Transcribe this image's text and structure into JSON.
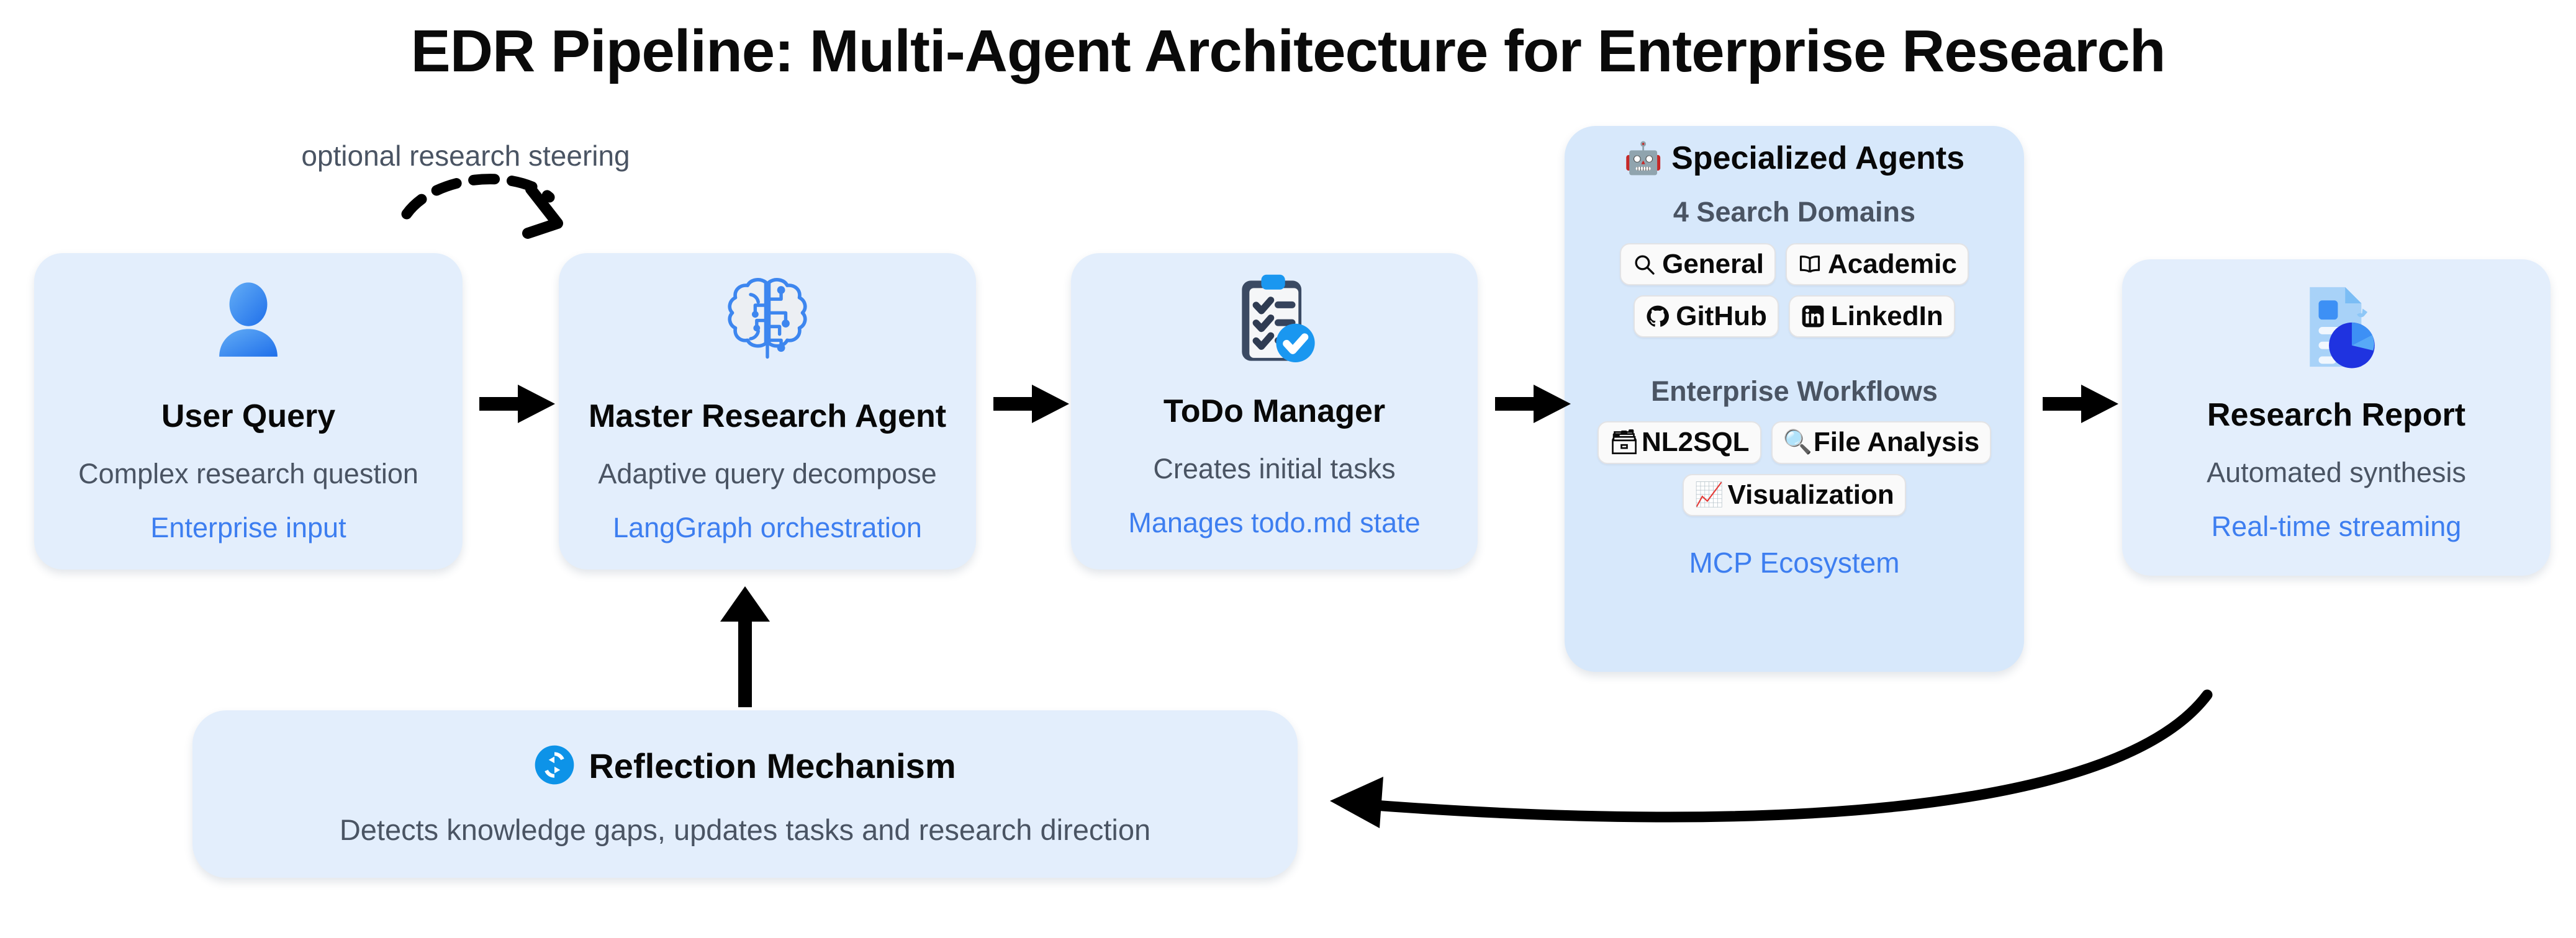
{
  "title": "EDR Pipeline: Multi-Agent Architecture for Enterprise Research",
  "annotations": {
    "steering_label": "optional research steering"
  },
  "nodes": {
    "user_query": {
      "icon": "user-avatar-icon",
      "title": "User Query",
      "subtitle": "Complex research question",
      "accent": "Enterprise input"
    },
    "master_agent": {
      "icon": "brain-circuit-icon",
      "title": "Master Research Agent",
      "subtitle": "Adaptive query decompose",
      "accent": "LangGraph orchestration"
    },
    "todo_manager": {
      "icon": "clipboard-checklist-icon",
      "title": "ToDo Manager",
      "subtitle": "Creates initial tasks",
      "accent": "Manages todo.md state"
    },
    "research_report": {
      "icon": "report-piechart-icon",
      "title": "Research Report",
      "subtitle": "Automated synthesis",
      "accent": "Real-time streaming"
    },
    "reflection": {
      "icon": "refresh-cycle-icon",
      "title": "Reflection Mechanism",
      "subtitle": "Detects knowledge gaps, updates tasks and research direction"
    }
  },
  "specialized_agents": {
    "icon": "robot-icon",
    "title": "Specialized Agents",
    "search_section": "4 Search Domains",
    "search_domains": [
      {
        "label": "General",
        "icon": "magnifier-icon"
      },
      {
        "label": "Academic",
        "icon": "open-book-icon"
      },
      {
        "label": "GitHub",
        "icon": "github-icon"
      },
      {
        "label": "LinkedIn",
        "icon": "linkedin-icon"
      }
    ],
    "workflow_section": "Enterprise Workflows",
    "workflows": [
      {
        "label": "NL2SQL",
        "icon": "database-sql-icon"
      },
      {
        "label": "File Analysis",
        "icon": "document-magnifier-icon"
      },
      {
        "label": "Visualization",
        "icon": "bar-chart-icon"
      }
    ],
    "accent": "MCP Ecosystem"
  },
  "colors": {
    "node_fill": "#e3eefc",
    "panel_fill": "#d7e8fb",
    "accent_blue": "#3d7ef0",
    "subtitle_gray": "#4a5463",
    "title_black": "#080808",
    "arrow_black": "#000000",
    "chip_fill": "#fafafa",
    "chip_border": "#e3e3e5"
  },
  "flow": {
    "edges": [
      {
        "from": "user_query",
        "to": "master_agent",
        "style": "solid-arrow"
      },
      {
        "from": "master_agent",
        "to": "todo_manager",
        "style": "solid-arrow"
      },
      {
        "from": "todo_manager",
        "to": "specialized_agents",
        "style": "solid-arrow"
      },
      {
        "from": "specialized_agents",
        "to": "research_report",
        "style": "solid-arrow"
      },
      {
        "from": "reflection",
        "to": "master_agent",
        "style": "solid-arrow-up"
      },
      {
        "from": "research_report",
        "to": "reflection",
        "style": "curved-arrow"
      },
      {
        "from": "user_query",
        "to": "master_agent",
        "style": "dashed-curve",
        "label": "optional research steering"
      }
    ]
  }
}
